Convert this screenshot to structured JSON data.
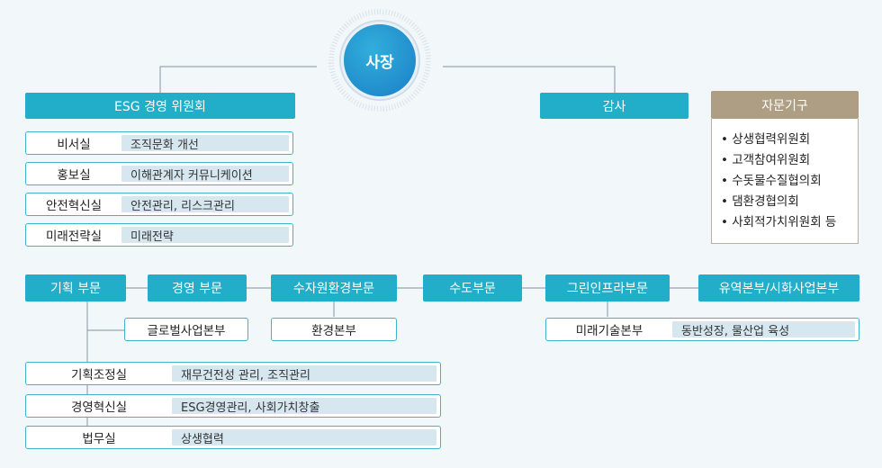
{
  "ceo": {
    "label": "사장"
  },
  "esg_committee": {
    "label": "ESG 경영 위원회",
    "rows": [
      {
        "label": "비서실",
        "desc": "조직문화 개선"
      },
      {
        "label": "홍보실",
        "desc": "이해관계자 커뮤니케이션"
      },
      {
        "label": "안전혁신실",
        "desc": "안전관리, 리스크관리"
      },
      {
        "label": "미래전략실",
        "desc": "미래전략"
      }
    ]
  },
  "audit": {
    "label": "감사"
  },
  "advisory": {
    "label": "자문기구",
    "items": [
      "• 상생협력위원회",
      "• 고객참여위원회",
      "• 수돗물수질협의회",
      "• 댐환경협의회",
      "• 사회적가치위원회 등"
    ]
  },
  "divisions": [
    {
      "label": "기획 부문"
    },
    {
      "label": "경영 부문"
    },
    {
      "label": "수자원환경부문"
    },
    {
      "label": "수도부문"
    },
    {
      "label": "그린인프라부문"
    },
    {
      "label": "유역본부/시화사업본부"
    }
  ],
  "global_hq": {
    "label": "글로벌사업본부"
  },
  "planning_rows": [
    {
      "label": "기획조정실",
      "desc": "재무건전성 관리, 조직관리"
    },
    {
      "label": "경영혁신실",
      "desc": "ESG경영관리, 사회가치창출"
    },
    {
      "label": "법무실",
      "desc": "상생협력"
    }
  ],
  "env_hq": {
    "label": "환경본부"
  },
  "future_tech": {
    "label": "미래기술본부",
    "desc": "동반성장, 물산업 육성"
  },
  "colors": {
    "teal": "#22aec9",
    "advisory": "#ae9e84",
    "desc_bg": "#d7e7f0",
    "ceo": "#1b7fc7"
  }
}
